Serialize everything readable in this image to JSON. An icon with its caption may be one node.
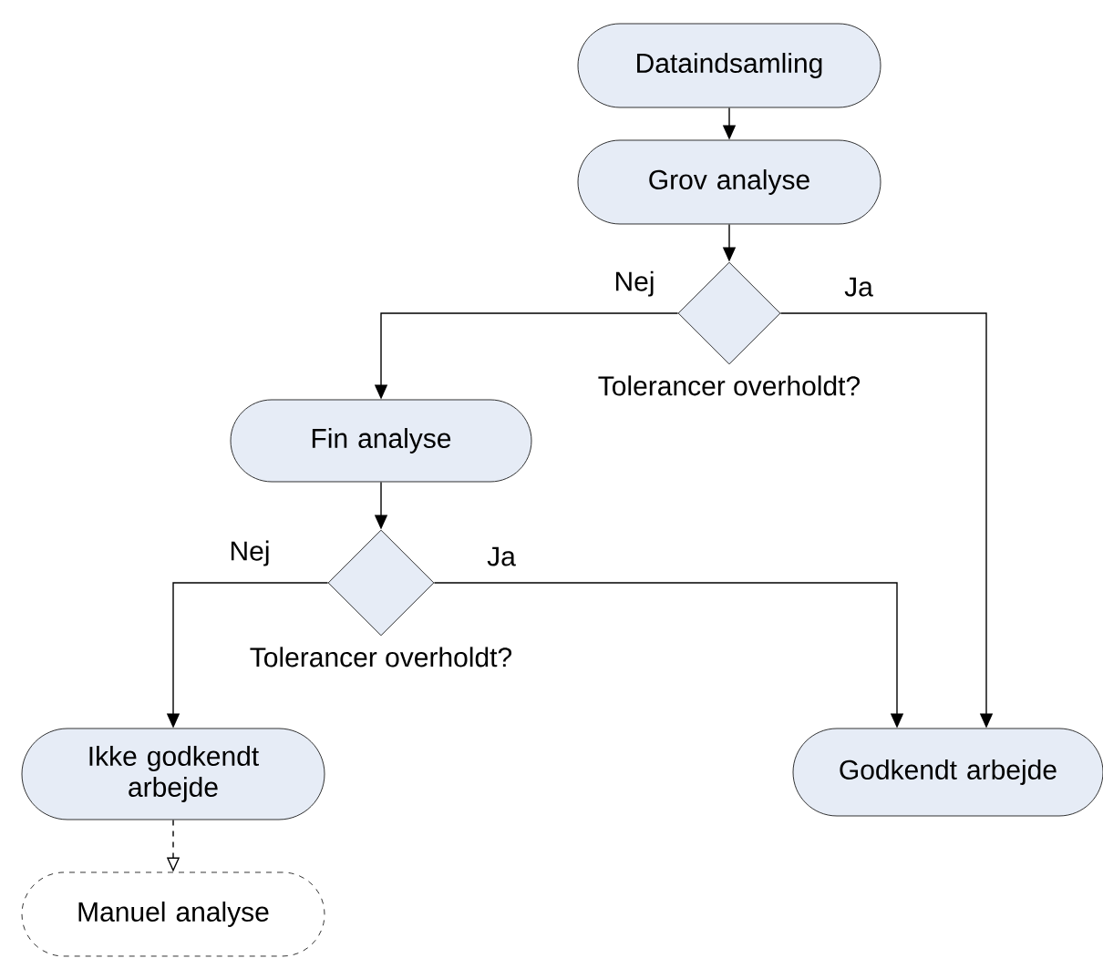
{
  "diagram": {
    "nodes": [
      {
        "text": [
          "Dataindsamling"
        ]
      },
      {
        "text": [
          "Grov analyse"
        ]
      },
      {
        "text": [],
        "shape": "diamond",
        "beside": [
          "Tolerancer overholdt?"
        ]
      },
      {
        "text": [
          "Fin analyse"
        ]
      },
      {
        "text": [],
        "shape": "diamond",
        "beside": [
          "Tolerancer overholdt?"
        ]
      },
      {
        "text": [
          "Ikke godkendt arbejde"
        ]
      },
      {
        "text": [
          "Godkendt arbejde"
        ]
      },
      {
        "text": [
          "Manuel analyse"
        ]
      }
    ],
    "edges": [
      {
        "from": 0,
        "to": 1,
        "arrow": "to"
      },
      {
        "from": 1,
        "to": 2,
        "arrow": "to"
      },
      {
        "from": 2,
        "to": 3,
        "arrow": "to",
        "label": "Nej"
      },
      {
        "from": 2,
        "to": 6,
        "arrow": "to",
        "label": "Ja"
      },
      {
        "from": 3,
        "to": 4,
        "arrow": "to"
      },
      {
        "from": 4,
        "to": 5,
        "arrow": "to",
        "label": "Nej"
      },
      {
        "from": 4,
        "to": 6,
        "arrow": "to",
        "label": "Ja"
      },
      {
        "from": 5,
        "to": 7,
        "arrow": "to",
        "style": "dashed"
      }
    ]
  }
}
